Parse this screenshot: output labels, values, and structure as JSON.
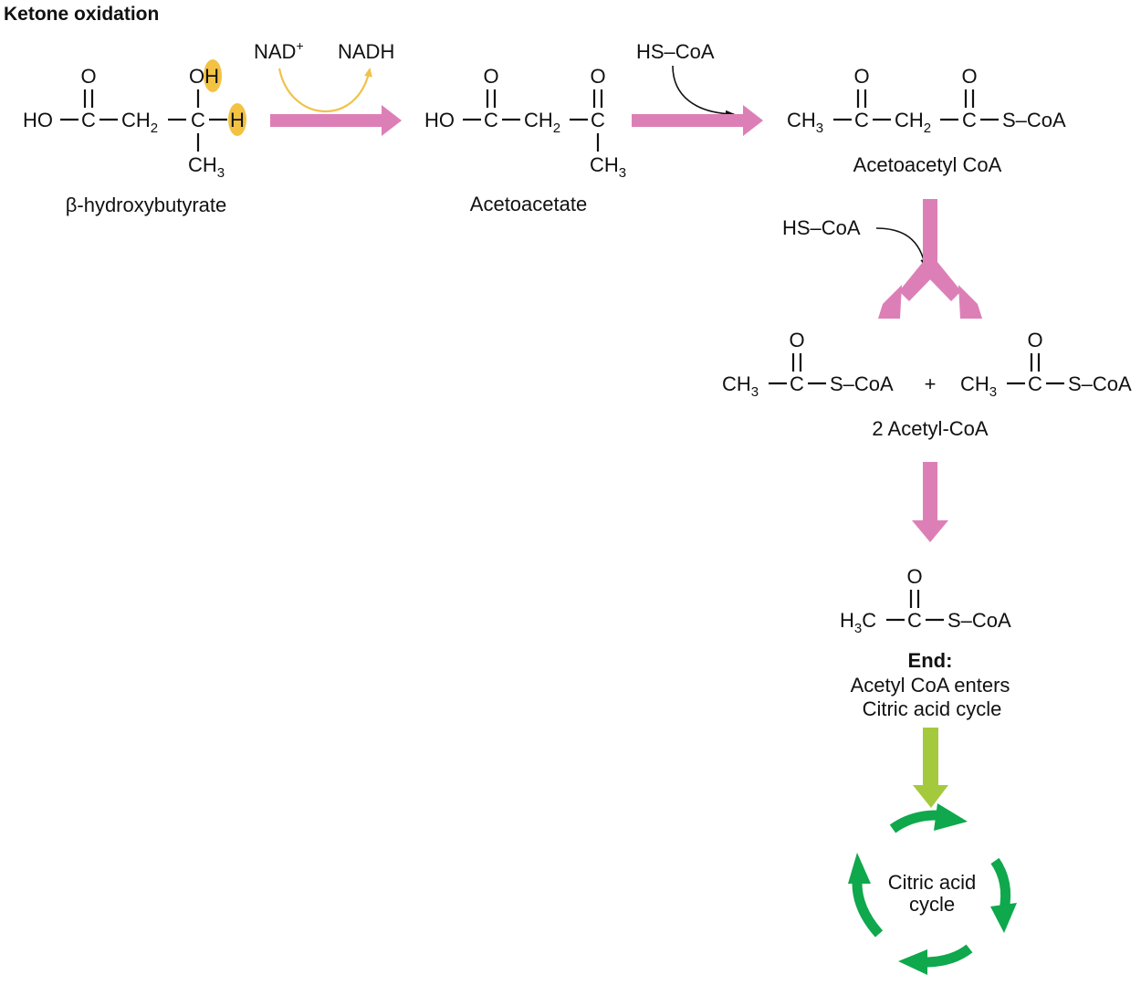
{
  "title": "Ketone oxidation",
  "colors": {
    "reaction_arrow": "#dd7fb7",
    "highlight": "#f2c243",
    "nad_arrow": "#f0c24c",
    "transfer_arrow": "#a5c93c",
    "cycle_arrows": "#0fa84c",
    "text": "#111111"
  },
  "atoms": {
    "O": "O",
    "OH": "OH",
    "H": "H",
    "HO": "HO",
    "C": "C",
    "CH2": "CH",
    "CH3": "CH",
    "H3C_H": "H",
    "H3C_C": "C",
    "sub2": "2",
    "sub3": "3",
    "S_CoA": "S–CoA",
    "plus": "+"
  },
  "step1": {
    "substrate_label": "β-hydroxybutyrate",
    "cofactor_in": "NAD",
    "cofactor_in_charge": "+",
    "cofactor_out": "NADH",
    "product_label": "Acetoacetate"
  },
  "step2": {
    "reagent": "HS–CoA",
    "product_label": "Acetoacetyl CoA"
  },
  "step3": {
    "reagent": "HS–CoA",
    "product_label": "2 Acetyl-CoA"
  },
  "end": {
    "heading": "End:",
    "line1": "Acetyl CoA enters",
    "line2": "Citric acid cycle"
  },
  "cycle": {
    "line1": "Citric acid",
    "line2": "cycle"
  }
}
